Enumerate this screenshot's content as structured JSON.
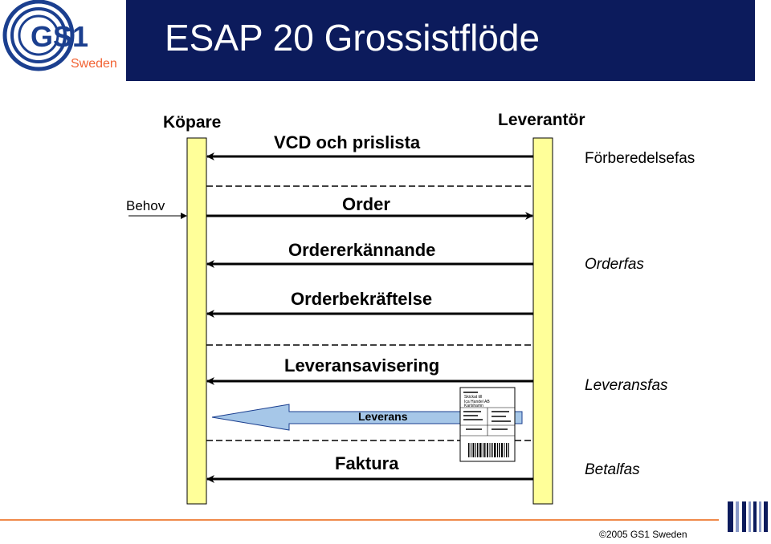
{
  "title": "ESAP 20 Grossistflöde",
  "logo": {
    "text": "GS1",
    "country": "Sweden"
  },
  "actors": {
    "buyer": "Köpare",
    "supplier": "Leverantör"
  },
  "trigger": "Behov",
  "messages": [
    {
      "label": "VCD och prislista",
      "direction": "supplier-to-buyer"
    },
    {
      "label": "Order",
      "direction": "buyer-to-supplier"
    },
    {
      "label": "Ordererkännande",
      "direction": "supplier-to-buyer"
    },
    {
      "label": "Orderbekräftelse",
      "direction": "supplier-to-buyer"
    },
    {
      "label": "Leveransavisering",
      "direction": "supplier-to-buyer"
    },
    {
      "label": "Leverans",
      "direction": "supplier-to-buyer"
    },
    {
      "label": "Faktura",
      "direction": "supplier-to-buyer"
    }
  ],
  "phases": [
    "Förberedelsefas",
    "Orderfas",
    "Leveransfas",
    "Betalfas"
  ],
  "shipping_label_text": [
    "Skickat till",
    "Ica Handel AB",
    "Karlshamn"
  ],
  "copyright": "©2005 GS1 Sweden",
  "colors": {
    "header": "#0c1b5c",
    "lifeline": "#ffff99",
    "logo_blue": "#1b3f8f",
    "logo_orange": "#f26334",
    "delivery_arrow": "#a6c7e8",
    "footer_rule": "#f08a4b"
  }
}
